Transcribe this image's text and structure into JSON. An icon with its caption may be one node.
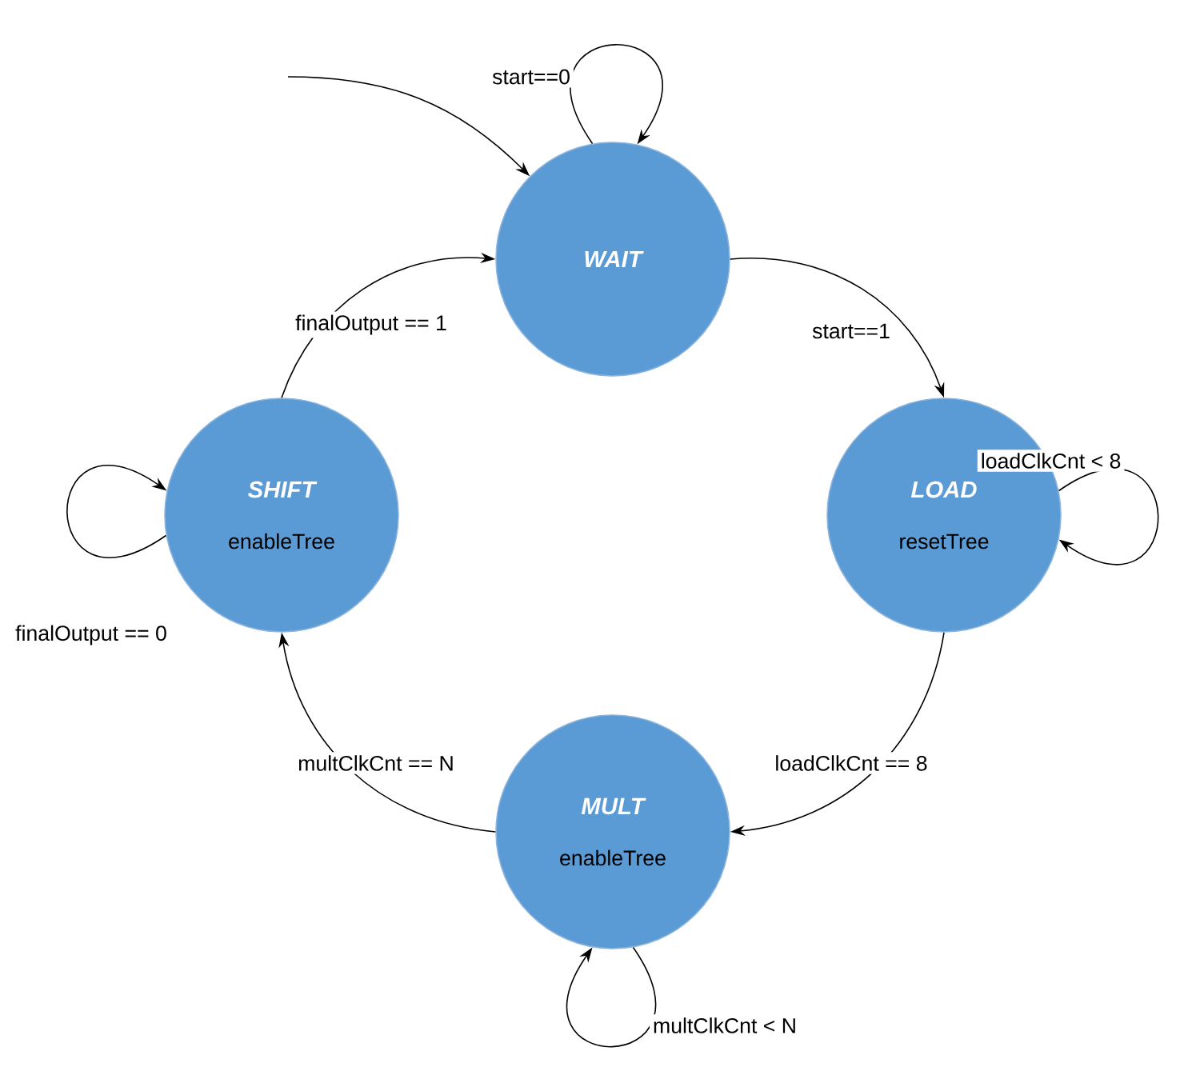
{
  "diagram": {
    "nodes": [
      {
        "text": [
          "WAIT"
        ]
      },
      {
        "text": [
          "SHIFT",
          "enableTree"
        ]
      },
      {
        "text": [
          "LOAD",
          "resetTree"
        ]
      },
      {
        "text": [
          "MULT",
          "enableTree"
        ]
      }
    ],
    "edges": [
      {
        "from": null,
        "to": 0,
        "arrow": "to"
      },
      {
        "from": 0,
        "to": 0,
        "arrow": "to",
        "label": "start==0"
      },
      {
        "from": 0,
        "to": 2,
        "arrow": "to",
        "label": "start==1"
      },
      {
        "from": 2,
        "to": 2,
        "arrow": "to",
        "label": "loadClkCnt < 8"
      },
      {
        "from": 2,
        "to": 3,
        "arrow": "to",
        "label": "loadClkCnt == 8"
      },
      {
        "from": 3,
        "to": 3,
        "arrow": "to",
        "label": "multClkCnt < N"
      },
      {
        "from": 3,
        "to": 1,
        "arrow": "to",
        "label": "multClkCnt == N"
      },
      {
        "from": 1,
        "to": 1,
        "arrow": "to",
        "label": "finalOutput == 0"
      },
      {
        "from": 1,
        "to": 0,
        "arrow": "to",
        "label": "finalOutput == 1"
      }
    ]
  }
}
